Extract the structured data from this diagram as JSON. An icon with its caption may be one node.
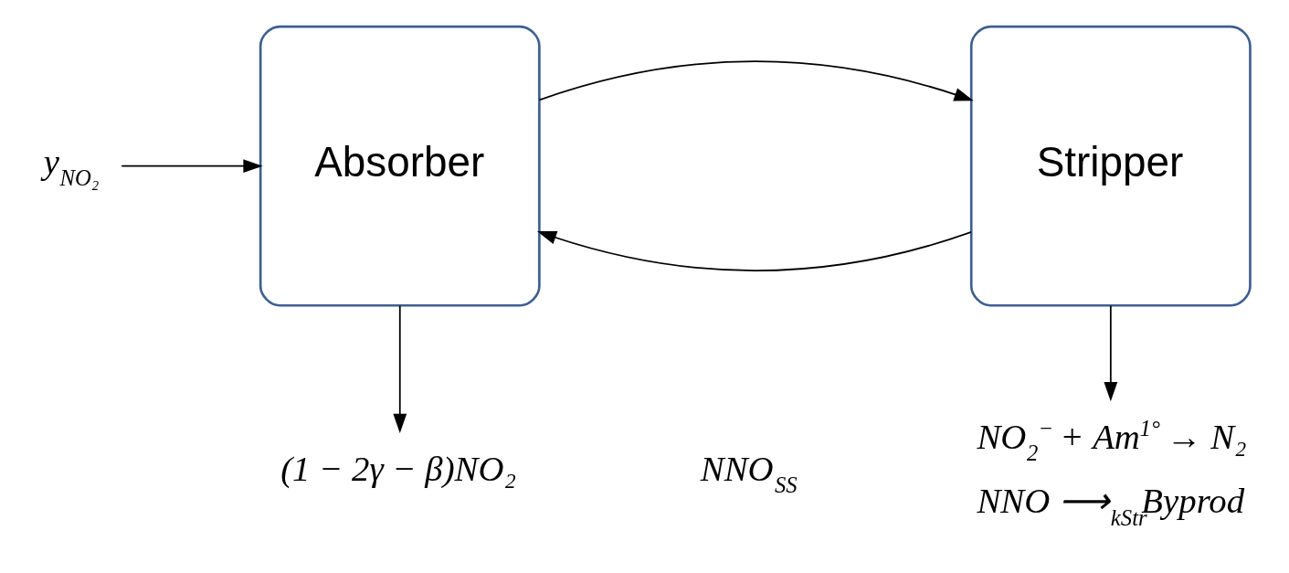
{
  "diagram": {
    "nodes": [
      {
        "text": [
          "y$_{NO₂}$"
        ]
      },
      {
        "text": [
          "Absorber"
        ]
      },
      {
        "text": [
          "Stripper"
        ]
      },
      {
        "text": [
          "(1 − 2γ − β)NO₂"
        ]
      },
      {
        "text": [
          "NO$_{2}$$^{−}$ + Am$^{1°}$ → N₂",
          "NNO ⟶$_{kStr}$Byprod"
        ]
      }
    ],
    "edges": [
      {
        "from": 0,
        "to": 1,
        "arrow": "to"
      },
      {
        "from": 2,
        "to": 1,
        "arrow": "to"
      },
      {
        "from": 1,
        "to": 2,
        "arrow": "to"
      },
      {
        "from": 1,
        "to": 3,
        "arrow": "to"
      },
      {
        "from": 2,
        "to": 4,
        "arrow": "to"
      }
    ],
    "labels": [
      "NNO$_{SS}$"
    ]
  }
}
